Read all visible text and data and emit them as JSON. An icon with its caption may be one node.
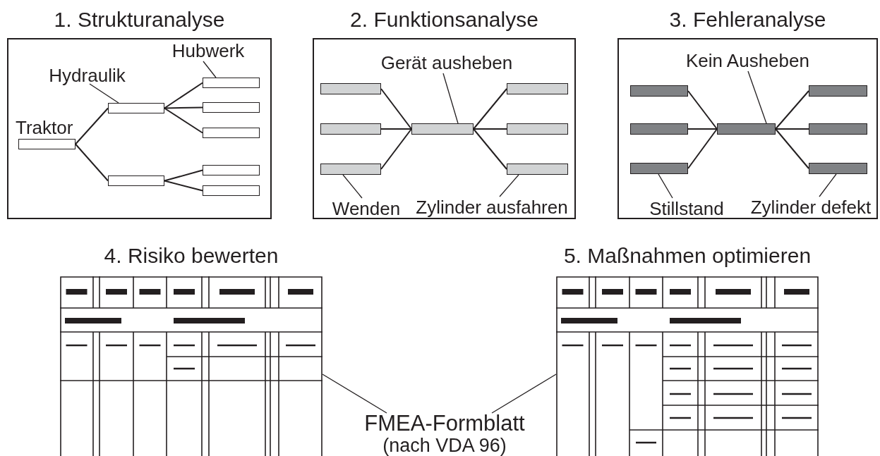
{
  "diagram": {
    "nodes": [
      {
        "text": [
          "1. Strukturanalyse"
        ]
      },
      {
        "text": [
          "Traktor"
        ],
        "in": 0
      },
      {
        "text": [
          "Hydraulik"
        ],
        "in": 0
      },
      {
        "text": [
          "Hubwerk"
        ],
        "in": 0
      },
      {
        "text": [],
        "shape": "box",
        "in": 0
      },
      {
        "text": [],
        "shape": "box",
        "in": 0
      },
      {
        "text": [],
        "shape": "box",
        "in": 0
      },
      {
        "text": [],
        "shape": "box",
        "in": 0
      },
      {
        "text": [],
        "shape": "box",
        "in": 0
      },
      {
        "text": [],
        "shape": "box",
        "in": 0
      },
      {
        "text": [],
        "shape": "box",
        "in": 0
      },
      {
        "text": [
          "2. Funktionsanalyse"
        ]
      },
      {
        "text": [
          "Gerät ausheben"
        ],
        "in": 11
      },
      {
        "text": [],
        "shape": "box",
        "in": 11
      },
      {
        "text": [],
        "shape": "box",
        "in": 11
      },
      {
        "text": [],
        "shape": "box",
        "in": 11
      },
      {
        "text": [],
        "shape": "box",
        "in": 11
      },
      {
        "text": [],
        "shape": "box",
        "in": 11
      },
      {
        "text": [],
        "shape": "box",
        "in": 11
      },
      {
        "text": [],
        "shape": "box",
        "in": 11
      },
      {
        "text": [
          "Wenden"
        ],
        "in": 11
      },
      {
        "text": [
          "Zylinder ausfahren"
        ],
        "in": 11
      },
      {
        "text": [
          "3. Fehleranalyse"
        ]
      },
      {
        "text": [
          "Kein Ausheben"
        ],
        "in": 22
      },
      {
        "text": [],
        "shape": "box",
        "in": 22
      },
      {
        "text": [],
        "shape": "box",
        "in": 22
      },
      {
        "text": [],
        "shape": "box",
        "in": 22
      },
      {
        "text": [],
        "shape": "box",
        "in": 22
      },
      {
        "text": [],
        "shape": "box",
        "in": 22
      },
      {
        "text": [],
        "shape": "box",
        "in": 22
      },
      {
        "text": [],
        "shape": "box",
        "in": 22
      },
      {
        "text": [
          "Stillstand"
        ],
        "in": 22
      },
      {
        "text": [
          "Zylinder defekt"
        ],
        "in": 22
      },
      {
        "text": [
          "4. Risiko bewerten"
        ]
      },
      {
        "text": [
          "5. Maßnahmen optimieren"
        ]
      },
      {
        "text": [
          "FMEA-Formblatt",
          "(nach VDA 96)"
        ]
      }
    ],
    "edges": [
      {
        "from": 1,
        "to": 4,
        "arrow": "none"
      },
      {
        "from": 1,
        "to": 5,
        "arrow": "none"
      },
      {
        "from": 4,
        "to": 6,
        "arrow": "none"
      },
      {
        "from": 4,
        "to": 7,
        "arrow": "none"
      },
      {
        "from": 4,
        "to": 8,
        "arrow": "none"
      },
      {
        "from": 5,
        "to": 9,
        "arrow": "none"
      },
      {
        "from": 5,
        "to": 10,
        "arrow": "none"
      },
      {
        "from": 2,
        "to": 4,
        "arrow": "none"
      },
      {
        "from": 3,
        "to": 6,
        "arrow": "none"
      },
      {
        "from": 13,
        "to": 16,
        "arrow": "none"
      },
      {
        "from": 14,
        "to": 16,
        "arrow": "none"
      },
      {
        "from": 15,
        "to": 16,
        "arrow": "none"
      },
      {
        "from": 16,
        "to": 17,
        "arrow": "none"
      },
      {
        "from": 16,
        "to": 18,
        "arrow": "none"
      },
      {
        "from": 16,
        "to": 19,
        "arrow": "none"
      },
      {
        "from": 12,
        "to": 16,
        "arrow": "none"
      },
      {
        "from": 20,
        "to": 15,
        "arrow": "none"
      },
      {
        "from": 21,
        "to": 19,
        "arrow": "none"
      },
      {
        "from": 24,
        "to": 27,
        "arrow": "none"
      },
      {
        "from": 25,
        "to": 27,
        "arrow": "none"
      },
      {
        "from": 26,
        "to": 27,
        "arrow": "none"
      },
      {
        "from": 27,
        "to": 28,
        "arrow": "none"
      },
      {
        "from": 27,
        "to": 29,
        "arrow": "none"
      },
      {
        "from": 27,
        "to": 30,
        "arrow": "none"
      },
      {
        "from": 23,
        "to": 27,
        "arrow": "none"
      },
      {
        "from": 31,
        "to": 26,
        "arrow": "none"
      },
      {
        "from": 32,
        "to": 30,
        "arrow": "none"
      },
      {
        "from": 35,
        "to": 33,
        "arrow": "none"
      },
      {
        "from": 35,
        "to": 34,
        "arrow": "none"
      }
    ]
  }
}
